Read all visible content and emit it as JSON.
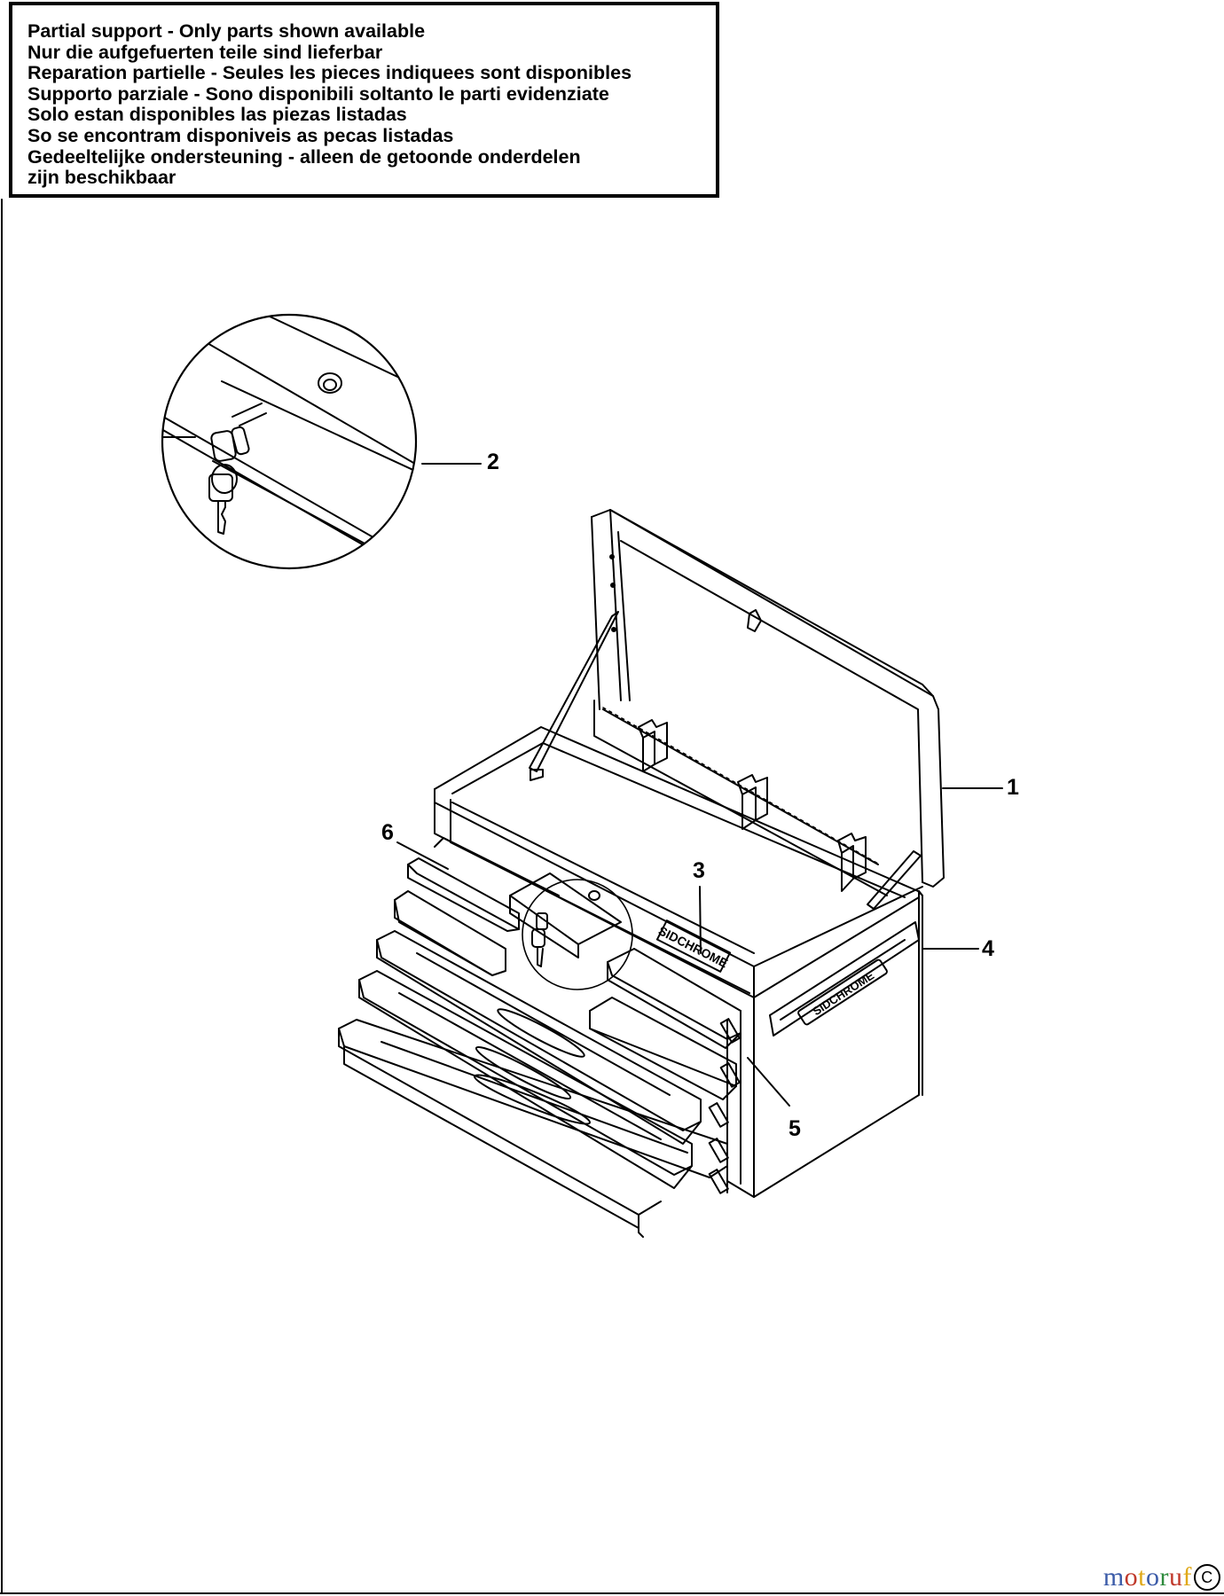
{
  "notice": {
    "lines": [
      "Partial support - Only parts shown available",
      "Nur die aufgefuerten teile sind lieferbar",
      "Reparation partielle - Seules les pieces indiquees sont disponibles",
      "Supporto parziale - Sono disponibili soltanto le parti evidenziate",
      "Solo estan disponibles las piezas listadas",
      "So se encontram disponiveis as pecas listadas",
      "Gedeeltelijke ondersteuning - alleen de getoonde onderdelen",
      "zijn beschikbaar"
    ]
  },
  "callouts": {
    "c1": "1",
    "c2": "2",
    "c3": "3",
    "c4": "4",
    "c5": "5",
    "c6": "6"
  },
  "watermark": {
    "letters": [
      "m",
      "o",
      "t",
      "o",
      "r",
      "u",
      "f"
    ],
    "colors": [
      "#3b5ba8",
      "#c0392b",
      "#e0a91a",
      "#3b5ba8",
      "#2e8b3d",
      "#c0392b",
      "#e0a91a"
    ],
    "copyright": "C"
  },
  "colors": {
    "ink": "#000000",
    "paper": "#ffffff"
  }
}
